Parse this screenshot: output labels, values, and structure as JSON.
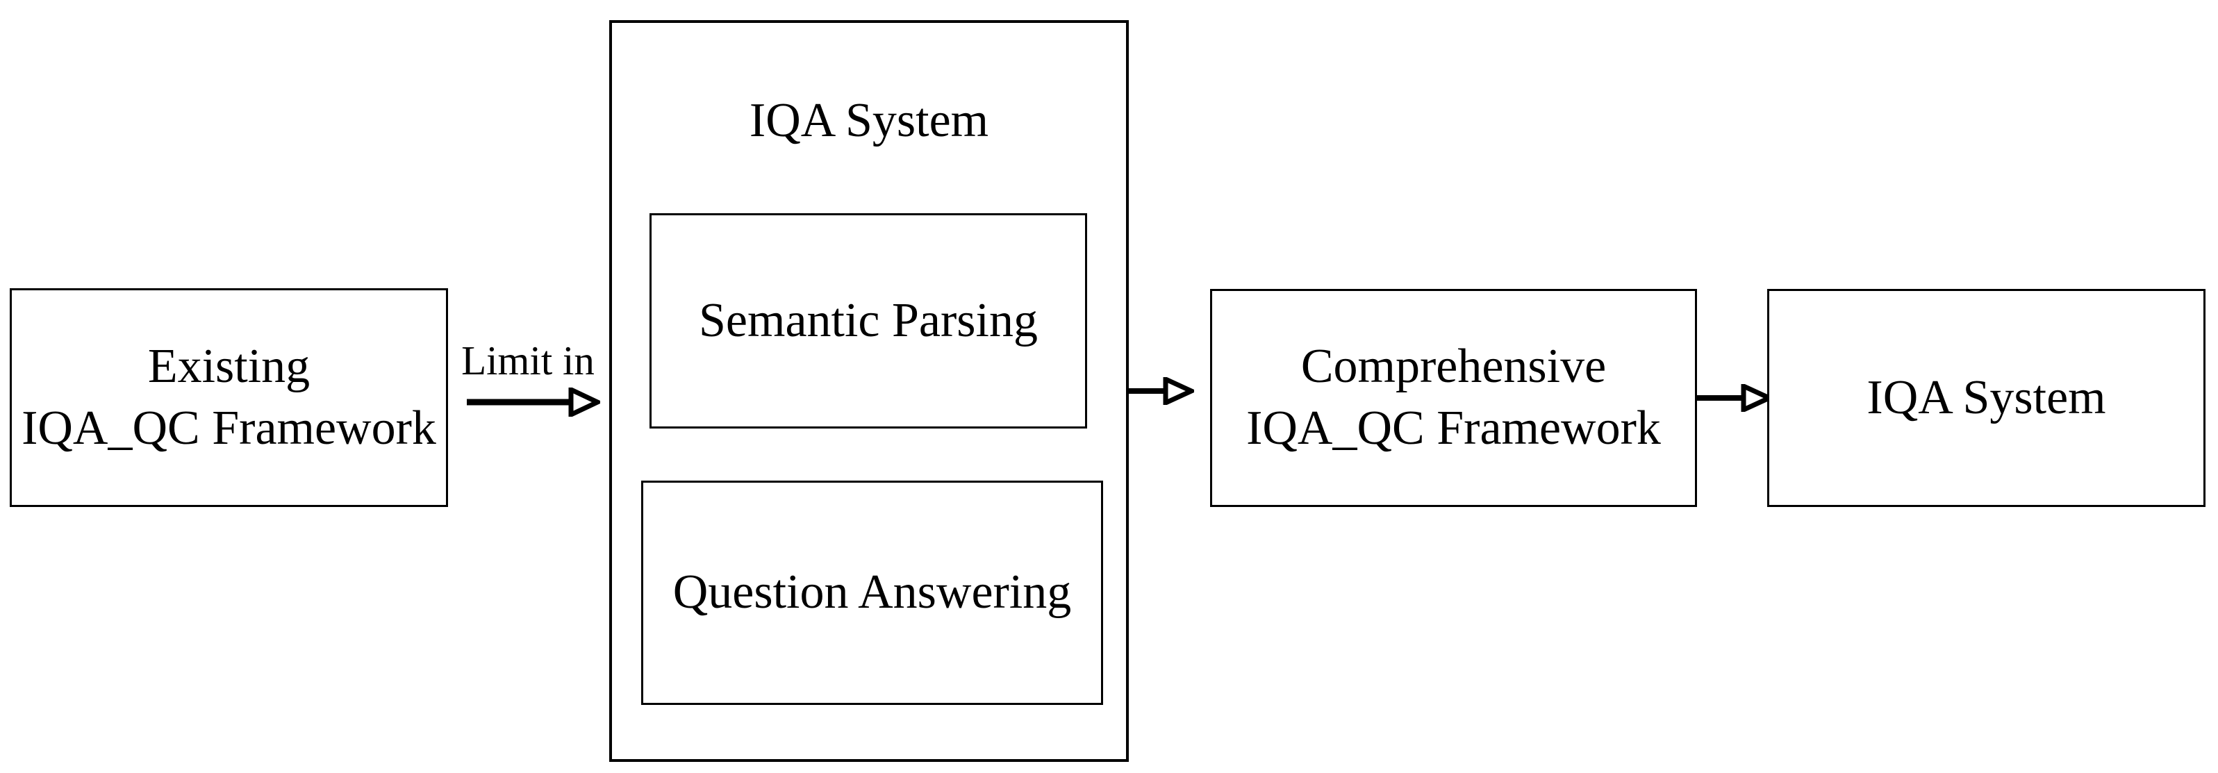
{
  "diagram": {
    "background_color": "#ffffff",
    "line_color": "#000000",
    "nodes": {
      "existing_framework": {
        "label_line1": "Existing",
        "label_line2": "IQA_QC Framework"
      },
      "iqa_system_container": {
        "title": "IQA System"
      },
      "semantic_parsing": {
        "label": "Semantic Parsing"
      },
      "question_answering": {
        "label": "Question Answering"
      },
      "comprehensive_framework": {
        "label_line1": "Comprehensive",
        "label_line2": "IQA_QC Framework"
      },
      "iqa_system_output": {
        "label": "IQA System"
      }
    },
    "edges": {
      "limit_in": {
        "label": "Limit in"
      },
      "container_to_comprehensive": {
        "label": ""
      },
      "comprehensive_to_output": {
        "label": ""
      }
    }
  }
}
